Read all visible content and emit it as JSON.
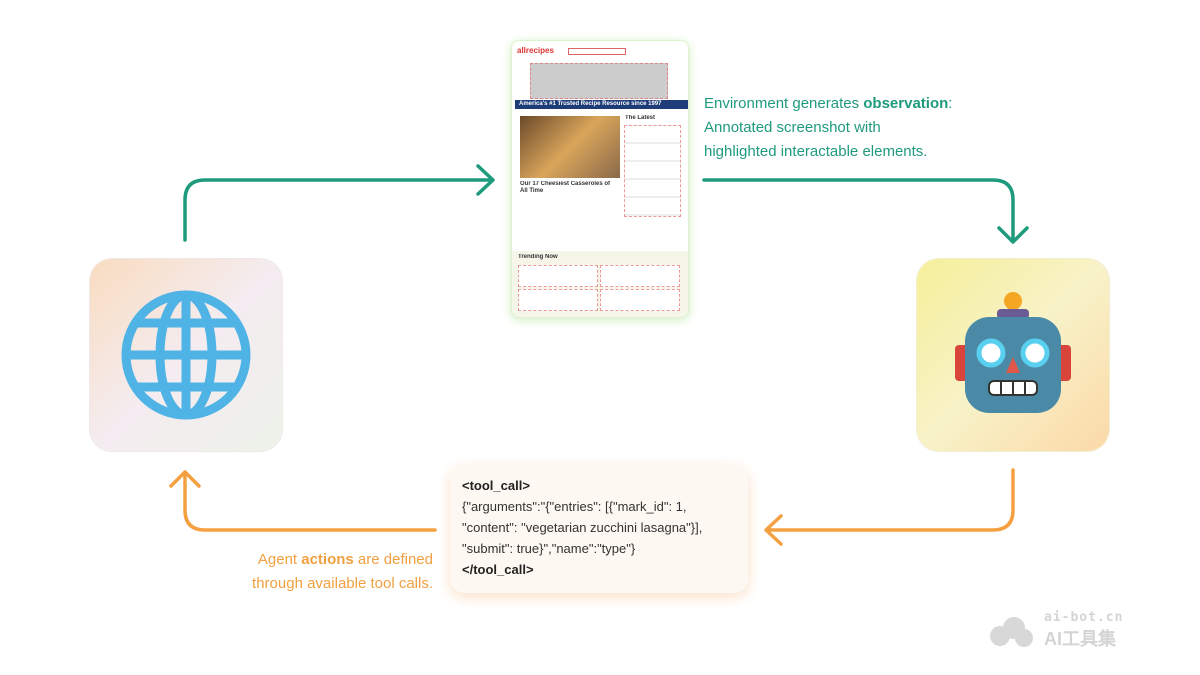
{
  "observation": {
    "line1_pre": "Environment generates ",
    "line1_bold": "observation",
    "line1_post": ":",
    "line2": "Annotated screenshot with",
    "line3": "highlighted interactable elements."
  },
  "action": {
    "line1_pre": "Agent ",
    "line1_bold": "actions",
    "line1_post": " are defined",
    "line2": "through available tool calls."
  },
  "tool_call": {
    "open": "<tool_call>",
    "l1": "{\"arguments\":\"{\"entries\": [{\"mark_id\": 1,",
    "l2": "\"content\": \"vegetarian zucchini lasagna\"}],",
    "l3": "\"submit\": true}\",\"name\":\"type\"}",
    "close": "</tool_call>"
  },
  "screenshot": {
    "logo": "allrecipes",
    "banner": "America's #1 Trusted Recipe Resource since 1997",
    "hero_title": "Our 17 Cheesiest Casseroles of All Time",
    "latest": "The Latest",
    "trending": "Trending Now"
  },
  "icons": {
    "environment": "globe-icon",
    "agent": "robot-icon"
  },
  "colors": {
    "observation": "#1e9a7c",
    "action": "#f0a040"
  },
  "watermark": {
    "line1": "ai-bot.cn",
    "line2": "AI工具集"
  }
}
